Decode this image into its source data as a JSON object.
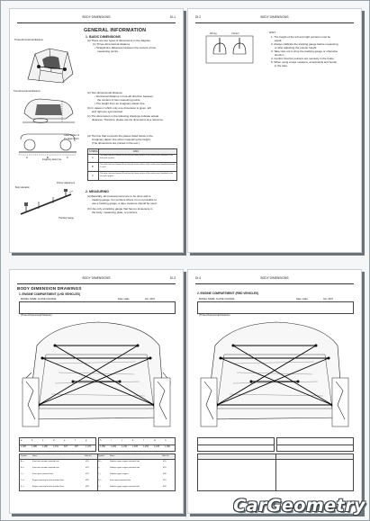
{
  "pages": {
    "p1": {
      "header_left": "",
      "header_center": "BODY DIMENSIONS",
      "header_right": "DI-1",
      "title": "GENERAL INFORMATION",
      "section1": "1. BASIC DIMENSIONS",
      "item_a": "(a) There are two types of dimensions in the diagram.",
      "item_a1": "(1) Three-dimensional distance",
      "item_a1_text": "• Straight-line distances between the centers of two",
      "item_a1_text2": "measuring points.",
      "label_3d": "Three-dimensional distance",
      "label_2d": "Two-dimensional distance",
      "item_a2": "(2) Two-dimensional distance",
      "item_a2_text": "• Horizontal distance in fore-aft direction between",
      "item_a2_text2": "the centers of two measuring points.",
      "item_a2_text3": "• The height from an imaginary datum line.",
      "item_b": "(b) In cases in which only one dimension is given, left",
      "item_b2": "and right are symmetrical.",
      "item_c": "(c) The dimensions in the following drawings indicate actual",
      "item_c2": "distances. Therefore, please use the dimensions as a reference.",
      "item_d": "(d) The line that connects the places listed below is the",
      "item_d2": "imaginary datum line when measuring the height.",
      "item_d3": "(The dimensions are printed in the text.)",
      "label_datum": "Lower surface of the Datum Point",
      "label_datum_line": "Imaginary datum line",
      "table_head_symbol": "SYMBOL",
      "table_head_data": "DATA",
      "table_rows": [
        {
          "symbol": "A",
          "data": "The value that was lowered 8 mm from the lower surface of the rocker panel (welded) to the front jack up point."
        },
        {
          "symbol": "B",
          "data": "The value that was lowered 8 mm from the lower surface of the rocker panel (welded) between 1 and 2."
        },
        {
          "symbol": "C",
          "data": "The value that was lowered 8 mm from the lower surface of the rocker panel (welded) to the rear jack up point."
        }
      ],
      "section2": "2. MEASURING",
      "m_a": "(a) Basically, all measurements are to be done with a",
      "m_a2": "tracking gauge. For portions where it is not possible to",
      "m_a3": "use a tracking gauge, a tape measure should be used.",
      "m_b": "(b) Use only a tracking gauge that has no looseness in",
      "m_b2": "the body, measuring plate, or pointers.",
      "label_body": "Body alteration",
      "label_pointer": "Pointer adjustment",
      "label_tracking": "Tracking Gauge"
    },
    "p2": {
      "header_left": "DI-2",
      "header_center": "BODY DIMENSIONS",
      "header_right": "",
      "label_wrong": "Wrong",
      "label_correct": "Correct",
      "hint": "HINT:",
      "h1": "1. The height of the left and right pointers must be",
      "h1b": "equal.",
      "h2": "2. Always calibrate the tracking gauge before measuring",
      "h2b": "or after adjusting the pointer height.",
      "h3": "3. Take care not to drop the tracking gauge or otherwise",
      "h3b": "shock it.",
      "h4": "4. Confirm that the pointers are securely in the holes.",
      "h5": "5. When using a tape measure, avoid twists and bends",
      "h5b": "in the tape."
    },
    "p3": {
      "header_left": "",
      "header_center": "BODY DIMENSIONS",
      "header_right": "DI-3",
      "title": "BODY DIMENSION DRAWINGS",
      "section": "1. ENGINE COMPARTMENT (LHD VEHICLES)",
      "model_label": "MODEL NAME: CLOSE CHANGE",
      "date_label": "Date made",
      "date_value": "Apr. 2007",
      "ref_label": "(Three-Dimensional Distance)",
      "dim_heads": [
        "a",
        "b",
        "c",
        "d",
        "e",
        "f",
        "g"
      ],
      "dim_vals": [
        "1,025",
        "1,080",
        "1,280",
        "1,151",
        "847",
        "907",
        "1,073"
      ],
      "dim_heads2": [
        "h",
        "i",
        "j",
        "k",
        "l",
        "m",
        "n"
      ],
      "dim_vals2": [
        "1,052",
        "1,209",
        "1,216",
        "1,183",
        "1,264",
        "1,145",
        "1,060"
      ],
      "ref_heads": [
        "Symbol",
        "Name",
        "Hole dia.",
        "Symbol",
        "Name",
        "Hole dia."
      ],
      "ref_rows": [
        [
          "A, a",
          "Front side member standard hole",
          "Ø11",
          "H, h",
          "Radiator upper support standard hole",
          "Ø11"
        ],
        [
          "B, b",
          "Front side member standard hole",
          "Ø11",
          "I, i",
          "Radiator upper support standard hole",
          "Ø11"
        ],
        [
          "C, c",
          "Front apron standard hole",
          "Ø11",
          "J, j",
          "Radiator upper support",
          "Ø10"
        ],
        [
          "D, d",
          "Engine mounting bracket standard hole",
          "Ø20",
          "K, k",
          "Front apron standard hole",
          "Ø11"
        ],
        [
          "E, e",
          "Engine mounting bracket standard hole",
          "Ø20",
          "L, l",
          "Radiator upper support standard hole",
          "Ø10"
        ]
      ]
    },
    "p4": {
      "header_left": "DI-4",
      "header_center": "BODY DIMENSIONS",
      "header_right": "",
      "section": "2. ENGINE COMPARTMENT (RHD VEHICLES)",
      "model_label": "MODEL NAME: CLOSE CHANGE",
      "date_label": "Date made",
      "date_value": "Apr. 2007",
      "ref_label": "(Three-Dimensional Distance)"
    }
  },
  "watermark": "CarGeometry"
}
